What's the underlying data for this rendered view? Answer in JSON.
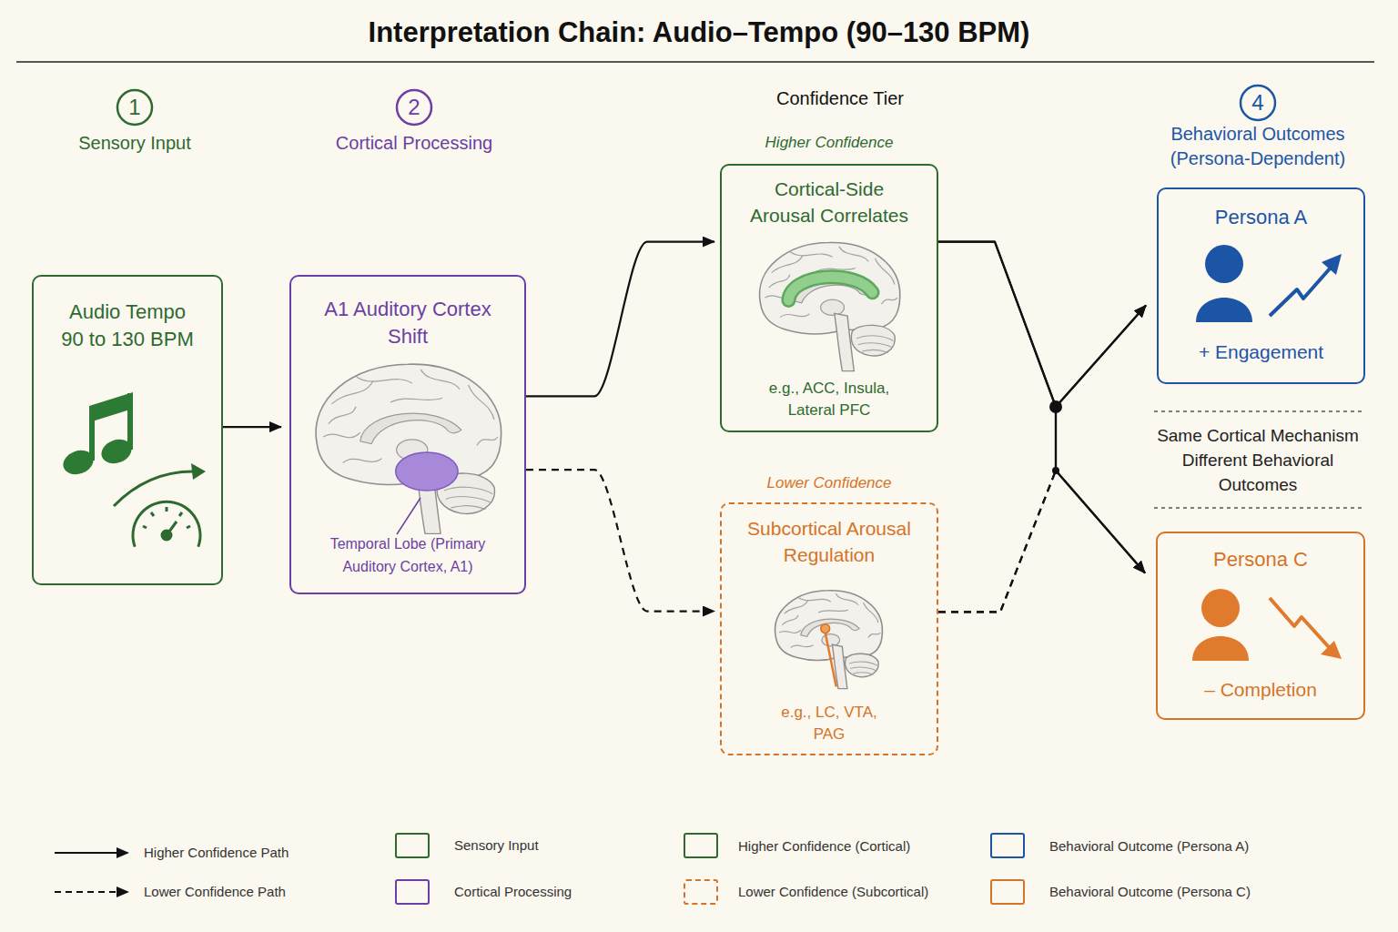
{
  "diagram": {
    "title": "Interpretation Chain: Audio–Tempo (90–130 BPM)",
    "nodes": [
      {
        "text": [
          "Audio Tempo 90 to 130 BPM"
        ]
      },
      {
        "text": [
          "A1 Auditory Cortex Shift",
          "Temporal Lobe (Primary Auditory Cortex, A1)"
        ]
      },
      {
        "text": [
          "Higher Confidence",
          "Cortical-Side Arousal Correlates",
          "e.g., ACC, Insula, Lateral PFC"
        ]
      },
      {
        "text": [
          "Lower Confidence",
          "Subcortical Arousal Regulation",
          "e.g., LC, VTA, PAG"
        ]
      },
      {
        "text": [
          "Persona A",
          "+ Engagement"
        ]
      },
      {
        "text": [
          "Persona C",
          "– Completion"
        ]
      }
    ],
    "edges": [
      {
        "from": 0,
        "to": 1,
        "arrow": "to"
      },
      {
        "from": 1,
        "to": 2,
        "arrow": "to"
      },
      {
        "from": 1,
        "to": 3,
        "arrow": "to"
      },
      {
        "from": 2,
        "to": 4,
        "arrow": "to"
      },
      {
        "from": 2,
        "to": 5,
        "arrow": "to"
      },
      {
        "from": 3,
        "to": 4,
        "arrow": "to"
      },
      {
        "from": 3,
        "to": 5,
        "arrow": "to"
      }
    ],
    "labels": [
      "1",
      "Sensory Input",
      "2",
      "Cortical Processing",
      "Confidence Tier",
      "4",
      "Behavioral Outcomes (Persona-Dependent)",
      "Same Cortical Mechanism Different Behavioral Outcomes"
    ],
    "legend": [
      {
        "text": "Higher Confidence Path"
      },
      {
        "text": "Lower Confidence Path"
      },
      {
        "text": "Sensory Input",
        "color": "#2d6a30"
      },
      {
        "text": "Cortical Processing",
        "color": "#6b3fa3"
      },
      {
        "text": "Higher Confidence (Cortical)",
        "color": "#2d6a30"
      },
      {
        "text": "Lower Confidence (Subcortical)",
        "color": "#d4742a"
      },
      {
        "text": "Behavioral Outcome (Persona A)",
        "color": "#1d55a6"
      },
      {
        "text": "Behavioral Outcome (Persona C)",
        "color": "#d4742a"
      }
    ]
  }
}
